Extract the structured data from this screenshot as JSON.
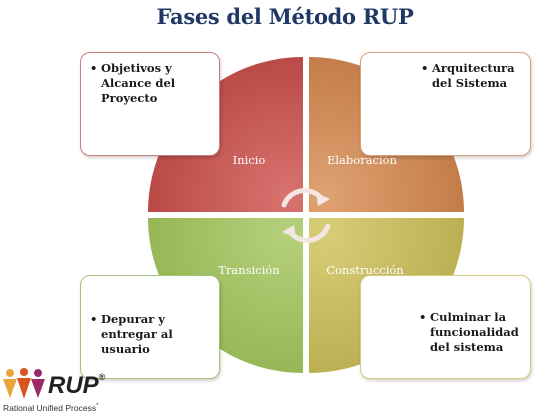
{
  "title": "Fases del Método RUP",
  "phases": {
    "inicio": "Inicio",
    "elaboracion": "Elaboración",
    "transicion": "Transición",
    "construccion": "Construcción"
  },
  "boxes": {
    "objetivos": "Objetivos y Alcance del Proyecto",
    "arquitectura": "Arquitectura del Sistema",
    "depurar": "Depurar y entregar al usuario",
    "culminar": "Culminar la funcionalidad del sistema"
  },
  "bullet": "•",
  "logo": {
    "name": "RUP",
    "registered": "®",
    "subtitle": "Rational Unified Process",
    "subtitle_mark": "*"
  },
  "colors": {
    "inicio": "#c0504d",
    "elaboracion": "#c8834f",
    "transicion": "#9bbb59",
    "construccion": "#c4b85a",
    "title": "#1f3864"
  }
}
